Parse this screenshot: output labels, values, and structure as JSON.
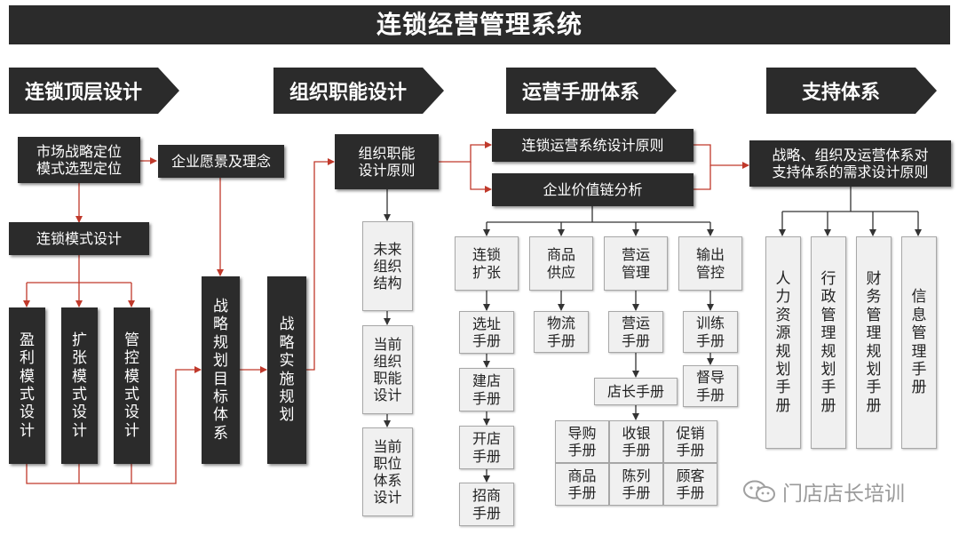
{
  "title": "连锁经营管理系统",
  "sections": {
    "s1": "连锁顶层设计",
    "s2": "组织职能设计",
    "s3": "运营手册体系",
    "s4": "支持体系"
  },
  "col1": {
    "market": "市场战略定位\n模式选型定位",
    "vision": "企业愿景及理念",
    "model_design": "连锁模式设计",
    "profit": "盈\n利\n模\n式\n设\n计",
    "expand": "扩\n张\n模\n式\n设\n计",
    "control": "管\n控\n模\n式\n设\n计",
    "strategy_goal": "战\n略\n规\n划\n目\n标\n体\n系"
  },
  "col2": {
    "implement": "战\n略\n实\n施\n规\n划",
    "org_principle": "组织职能\n设计原则",
    "future_org": "未来\n组织\n结构",
    "current_org": "当前\n组织\n职能\n设计",
    "current_post": "当前\n职位\n体系\n设计"
  },
  "col3": {
    "chain_principle": "连锁运营系统设计原则",
    "value_chain": "企业价值链分析",
    "expansion": "连锁\n扩张",
    "supply": "商品\n供应",
    "operation": "营运\n管理",
    "output": "输出\n管控",
    "site": "选址\n手册",
    "build": "建店\n手册",
    "open": "开店\n手册",
    "invest": "招商\n手册",
    "logistics": "物流\n手册",
    "ops_manual": "营运\n手册",
    "manager": "店长手册",
    "training": "训练\n手册",
    "supervise": "督导\n手册",
    "guide": "导购\n手册",
    "cashier": "收银\n手册",
    "promo": "促销\n手册",
    "goods": "商品\n手册",
    "display": "陈列\n手册",
    "customer": "顾客\n手册"
  },
  "col4": {
    "support_principle": "战略、组织及运营体系对\n支持体系的需求设计原则",
    "hr": "人\n力\n资\n源\n规\n划\n手\n册",
    "admin": "行\n政\n管\n理\n规\n划\n手\n册",
    "finance": "财\n务\n管\n理\n规\n划\n手\n册",
    "info": "信\n息\n管\n理\n手\n册"
  },
  "watermark": "门店店长培训",
  "colors": {
    "dark": "#2b2b2b",
    "light": "#f0f0f0",
    "arrow_red": "#c0392b",
    "line_dark": "#333333"
  }
}
